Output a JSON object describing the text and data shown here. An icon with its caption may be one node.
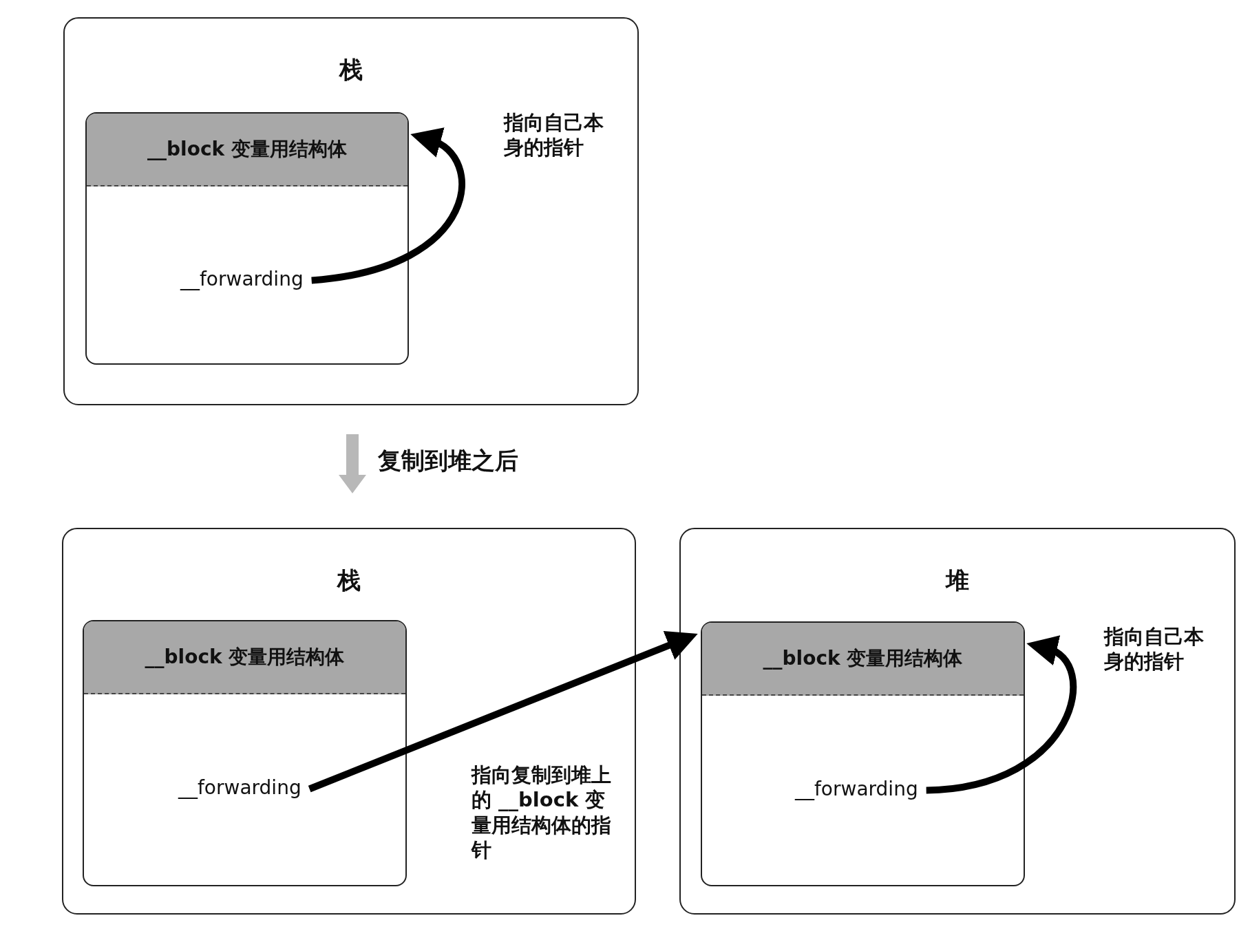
{
  "diagram": {
    "nodes": [
      {
        "text": [
          "栈"
        ]
      },
      {
        "text": [
          "__block 变量用结构体"
        ],
        "in": 0
      },
      {
        "text": [
          "__forwarding"
        ],
        "in": 1
      },
      {
        "text": [
          "栈"
        ]
      },
      {
        "text": [
          "__block 变量用结构体"
        ],
        "in": 3
      },
      {
        "text": [
          "__forwarding"
        ],
        "in": 4
      },
      {
        "text": [
          "堆"
        ]
      },
      {
        "text": [
          "__block 变量用结构体"
        ],
        "in": 6
      },
      {
        "text": [
          "__forwarding"
        ],
        "in": 7
      }
    ],
    "edges": [
      {
        "from": 2,
        "to": 1,
        "arrow": "to",
        "label": "指向自己本身的指针"
      },
      {
        "from": 5,
        "to": 7,
        "arrow": "to",
        "label": "指向复制到堆上的 __block 变量用结构体的指针"
      },
      {
        "from": 8,
        "to": 7,
        "arrow": "to",
        "label": "指向自己本身的指针"
      }
    ],
    "labels": [
      "复制到堆之后"
    ]
  }
}
